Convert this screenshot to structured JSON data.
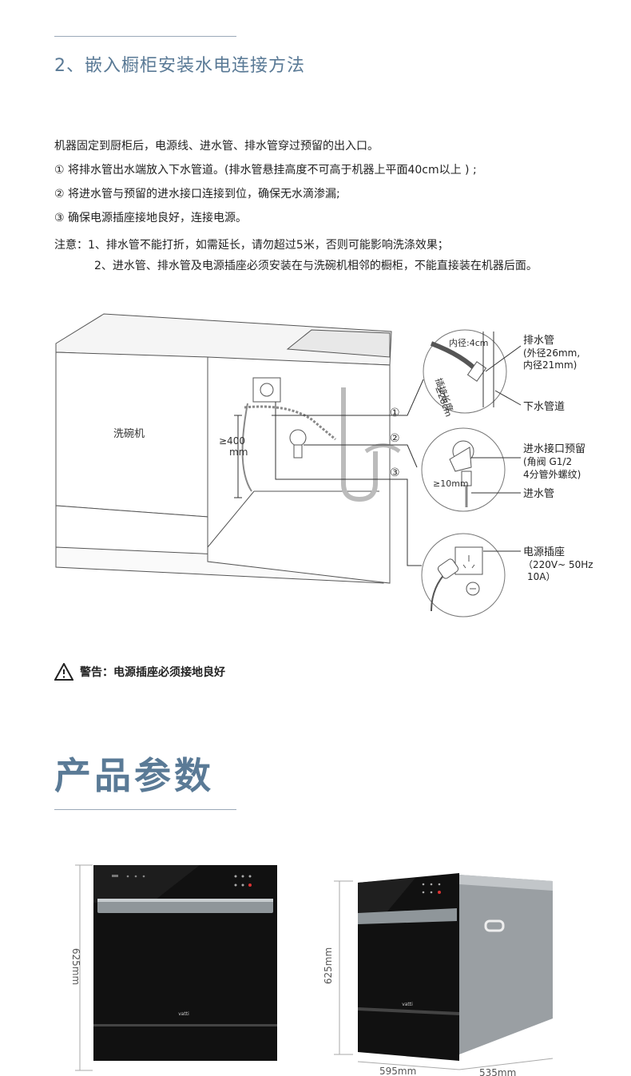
{
  "section": {
    "title": "2、嵌入橱柜安装水电连接方法",
    "intro": "机器固定到厨柜后，电源线、进水管、排水管穿过预留的出入口。",
    "steps": [
      "① 将排水管出水端放入下水管道。(排水管悬挂高度不可高于机器上平面40cm以上 ) ;",
      "② 将进水管与预留的进水接口连接到位，确保无水滴渗漏;",
      "③ 确保电源插座接地良好，连接电源。"
    ],
    "notes": [
      "注意：1、排水管不能打折，如需延长，请勿超过5米，否则可能影响洗涤效果；",
      "2、进水管、排水管及电源插座必须安装在与洗碗机相邻的橱柜，不能直接装在机器后面。"
    ]
  },
  "diagram": {
    "dishwasher_label": "洗碗机",
    "height_label_1": "≥400",
    "height_label_2": "mm",
    "markers": [
      "①",
      "②",
      "③"
    ],
    "drain": {
      "inner_diameter": "内径:4cm",
      "title": "排水管",
      "spec_1": "(外径26mm,",
      "spec_2": "内径21mm)",
      "insert_label": "插接长度",
      "insert_value": "≥28cm",
      "pipe_label": "下水管道"
    },
    "inlet": {
      "title": "进水接口预留",
      "spec_1": "(角阀 G1/2",
      "spec_2": "4分管外螺纹)",
      "gap": "≥10mm",
      "hose": "进水管"
    },
    "power": {
      "title": "电源插座",
      "spec_1": "（220V~ 50Hz",
      "spec_2": "10A）"
    }
  },
  "warning": {
    "icon": "warning-triangle-icon",
    "text": "警告：电源插座必须接地良好"
  },
  "params": {
    "title": "产品参数",
    "front_height": "625mm",
    "side_height": "625mm",
    "width": "595mm",
    "depth": "535mm",
    "brand": "vatti"
  },
  "colors": {
    "accent": "#5a7a96",
    "rule": "#9aa9b8",
    "appliance_dark": "#111111",
    "steel": "#9a9fa3"
  }
}
